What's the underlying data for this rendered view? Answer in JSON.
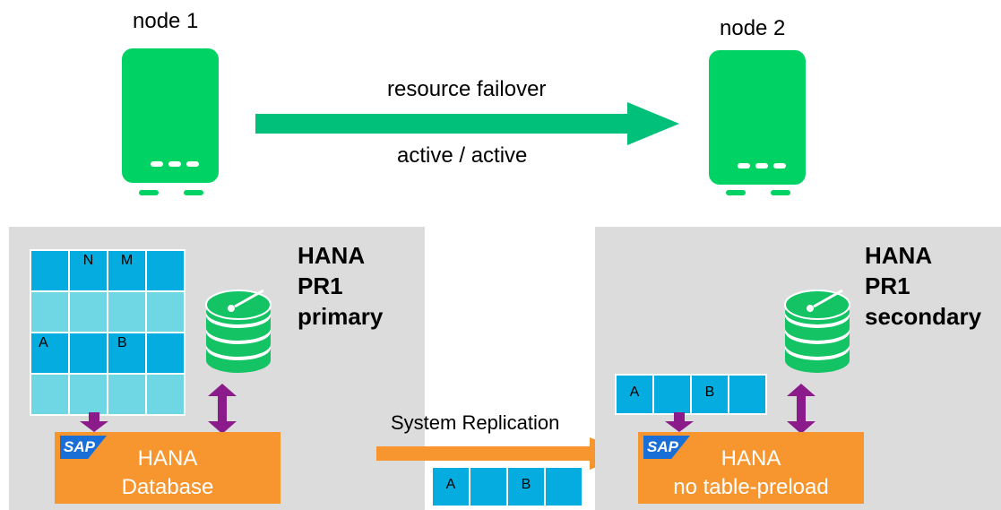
{
  "nodes": {
    "node1": "node 1",
    "node2": "node 2"
  },
  "failover": {
    "top_label": "resource failover",
    "bottom_label": "active / active"
  },
  "primary": {
    "title_line1": "HANA",
    "title_line2": "PR1",
    "title_line3": "primary",
    "table_rows": [
      [
        "",
        "N",
        "M",
        ""
      ],
      [
        "",
        "",
        "",
        ""
      ],
      [
        "A",
        "",
        "B",
        ""
      ],
      [
        "",
        "",
        "",
        ""
      ]
    ],
    "db_line1": "HANA",
    "db_line2": "Database",
    "sap_logo": "SAP"
  },
  "secondary": {
    "title_line1": "HANA",
    "title_line2": "PR1",
    "title_line3": "secondary",
    "row": [
      "A",
      "",
      "B",
      ""
    ],
    "db_line1": "HANA",
    "db_line2": "no table-preload",
    "sap_logo": "SAP"
  },
  "replication": {
    "label": "System Replication",
    "row": [
      "A",
      "",
      "B",
      ""
    ]
  },
  "colors": {
    "server_green": "#00d364",
    "arrow_green": "#00c07a",
    "disk_green": "#14c464",
    "panel_gray": "#dcdcdc",
    "orange": "#f7962e",
    "purple": "#8b1a8b",
    "cell_dark": "#05ace0",
    "cell_light": "#6fd7e3"
  }
}
